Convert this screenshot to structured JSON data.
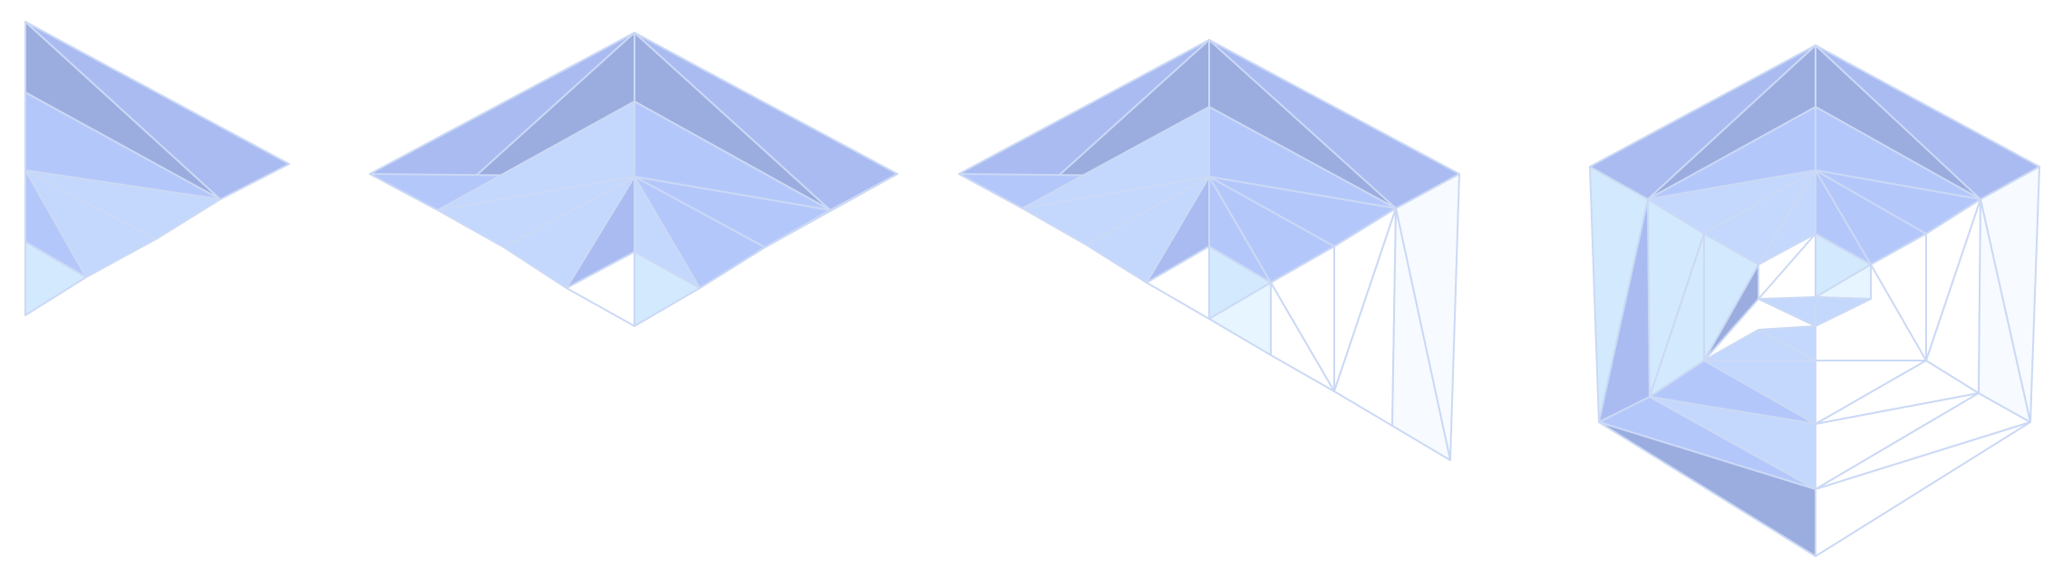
{
  "palette": {
    "face_dark": "#9bacdf",
    "face_mid": "#a9bbf1",
    "face_blue": "#b4c7fb",
    "face_light": "#c4d8fd",
    "face_pale": "#d3e9fd",
    "face_paler": "#e6f5ff",
    "face_white": "#f7fbff",
    "face_none": "#ffffff",
    "edge": "#cbd9f5"
  },
  "panels": [
    {
      "id": "stage-1",
      "description_name": "triangle-patch"
    },
    {
      "id": "stage-2",
      "description_name": "diamond-patch"
    },
    {
      "id": "stage-3",
      "description_name": "extended-patch"
    },
    {
      "id": "stage-4",
      "description_name": "hexagon-patch"
    }
  ]
}
